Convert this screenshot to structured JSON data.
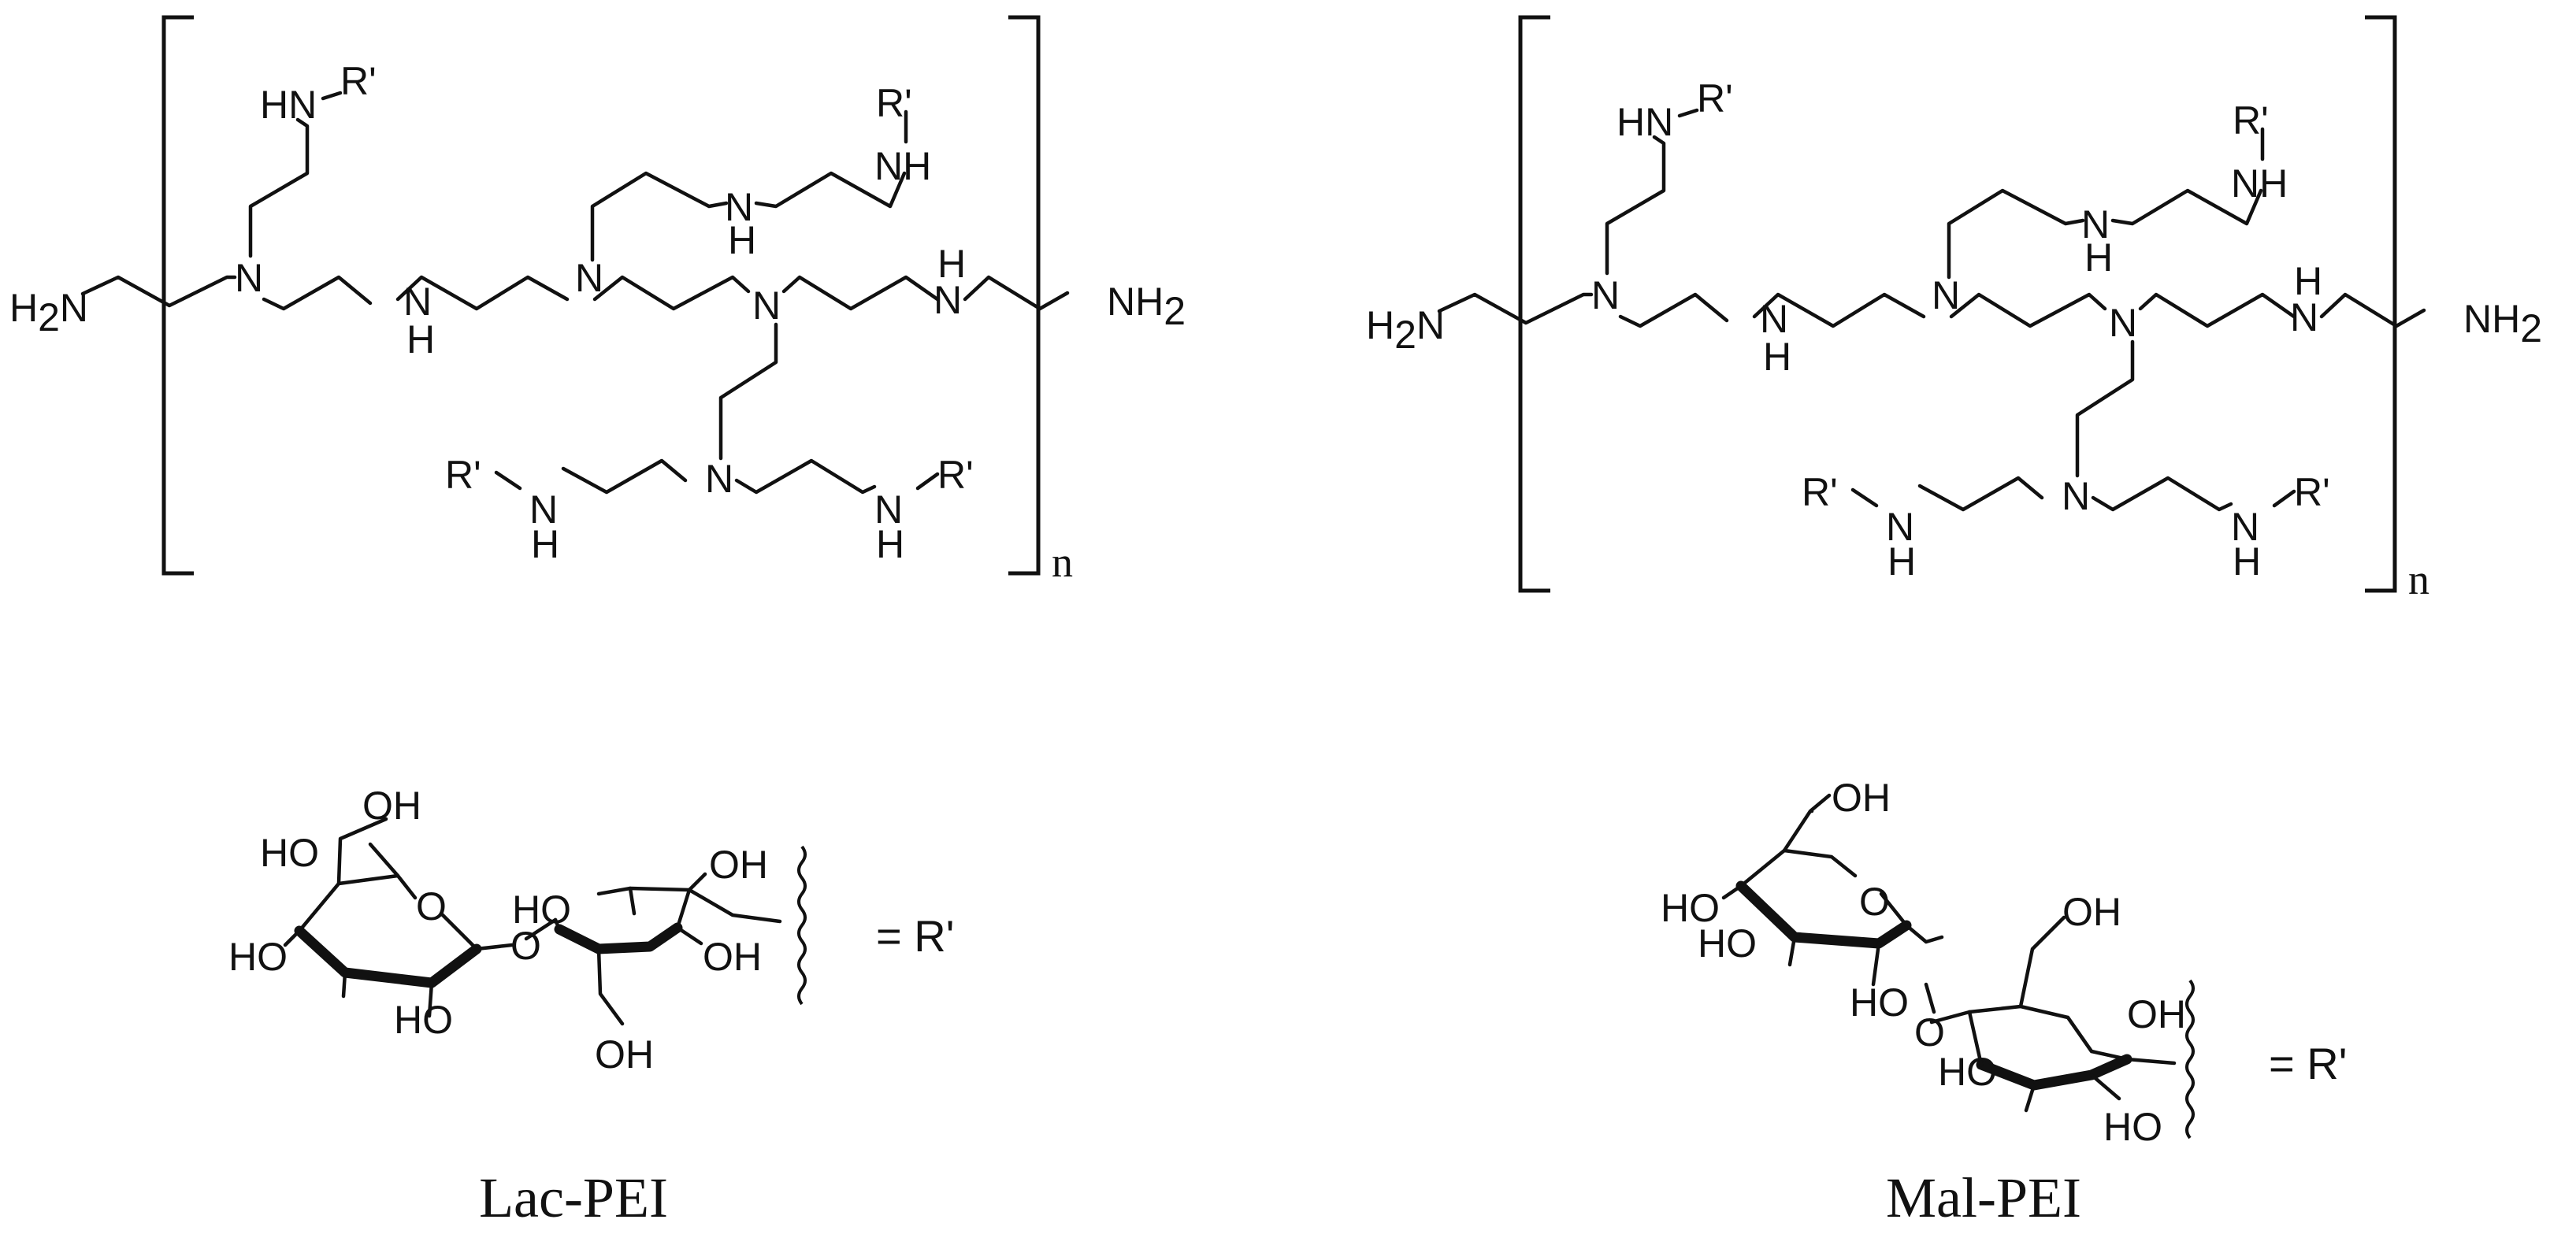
{
  "labels": {
    "amine": "N",
    "amine_h": "H",
    "h2n": "H",
    "h2n_sub": "2",
    "h2n_n": "N",
    "nh2_n": "NH",
    "nh2_sub": "2",
    "hn": "HN",
    "r_prime": "R'",
    "repeat_index": "n",
    "hydroxyl": "OH",
    "hydroxyl_left": "HO",
    "ring_oxygen": "O",
    "equals_r": "= R'"
  },
  "structures": [
    {
      "name": "Lac-PEI"
    },
    {
      "name": "Mal-PEI"
    }
  ]
}
